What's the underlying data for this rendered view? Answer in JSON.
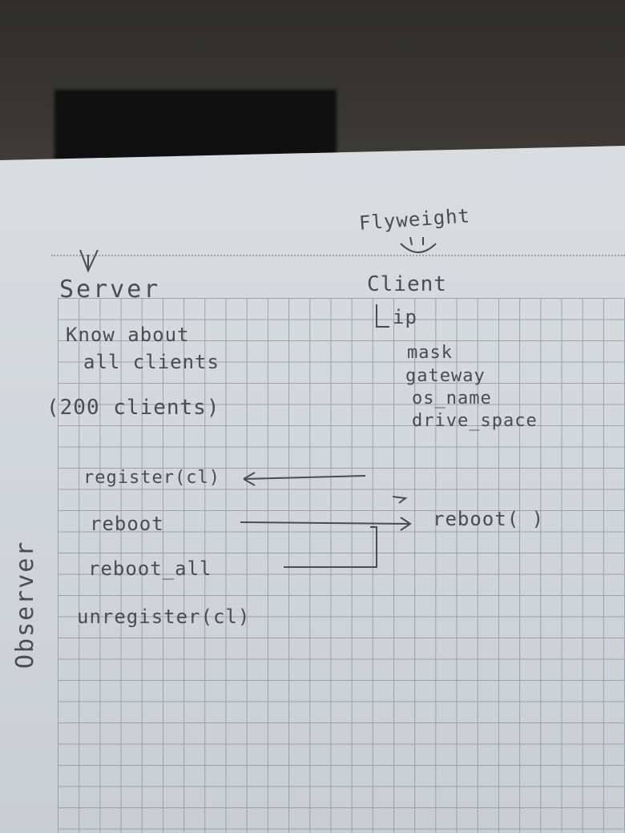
{
  "note": {
    "heading_right": "Flyweight",
    "server_title": "Server",
    "client_title": "Client",
    "client_fields": [
      "ip",
      "mask",
      "gateway",
      "os_name",
      "drive_space"
    ],
    "server_notes": [
      "Know about",
      "all clients",
      "(200 clients)"
    ],
    "server_methods": [
      "register(cl)",
      "reboot",
      "reboot_all",
      "unregister(cl)"
    ],
    "client_method": "reboot( )",
    "side_label": "Observer"
  }
}
